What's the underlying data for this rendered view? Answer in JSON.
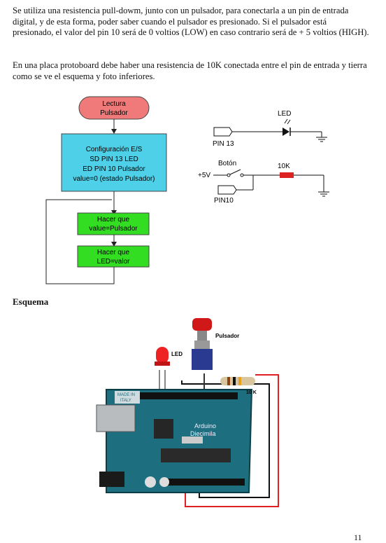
{
  "text": {
    "paragraph1": "Se utiliza una resistencia pull-dowm, junto con un pulsador, para conectarla a un pin de entrada digital, y de esta forma, poder saber cuando el pulsador es presionado. Si el pulsador está presionado, el valor del pin 10 será de 0 voltios (LOW) en caso contrario será de + 5 voltios (HIGH).",
    "paragraph2": "En una placa protoboard debe haber una resistencia de 10K conectada entre el pin de entrada y tierra como se ve el esquema y foto inferiores.",
    "heading": "Esquema",
    "page_number": "11"
  },
  "flowchart": {
    "start_line1": "Lectura",
    "start_line2": "Pulsador",
    "config_line1": "Configuración E/S",
    "config_line2": "SD PIN 13 LED",
    "config_line3": "ED PIN 10 Pulsador",
    "config_line4": "value=0 (estado Pulsador)",
    "step1_line1": "Hacer que",
    "step1_line2": "value=Pulsador",
    "step2_line1": "Hacer que",
    "step2_line2": "LED=valor",
    "colors": {
      "start": "#f07a7a",
      "config": "#4ed0e8",
      "step": "#33dd22"
    }
  },
  "circuit": {
    "led_label": "LED",
    "pin13_label": "PIN 13",
    "button_label": "Botón",
    "vcc_label": "+5V",
    "resistor_label": "10K",
    "pin10_label": "PIN10"
  },
  "photo": {
    "pulsador_label": "Pulsador",
    "led_label": "LED",
    "resistor_label": "10 K",
    "board_name_line1": "Arduino",
    "board_name_line2": "Diecimila",
    "made_in_line1": "MADE IN",
    "made_in_line2": "ITALY"
  }
}
